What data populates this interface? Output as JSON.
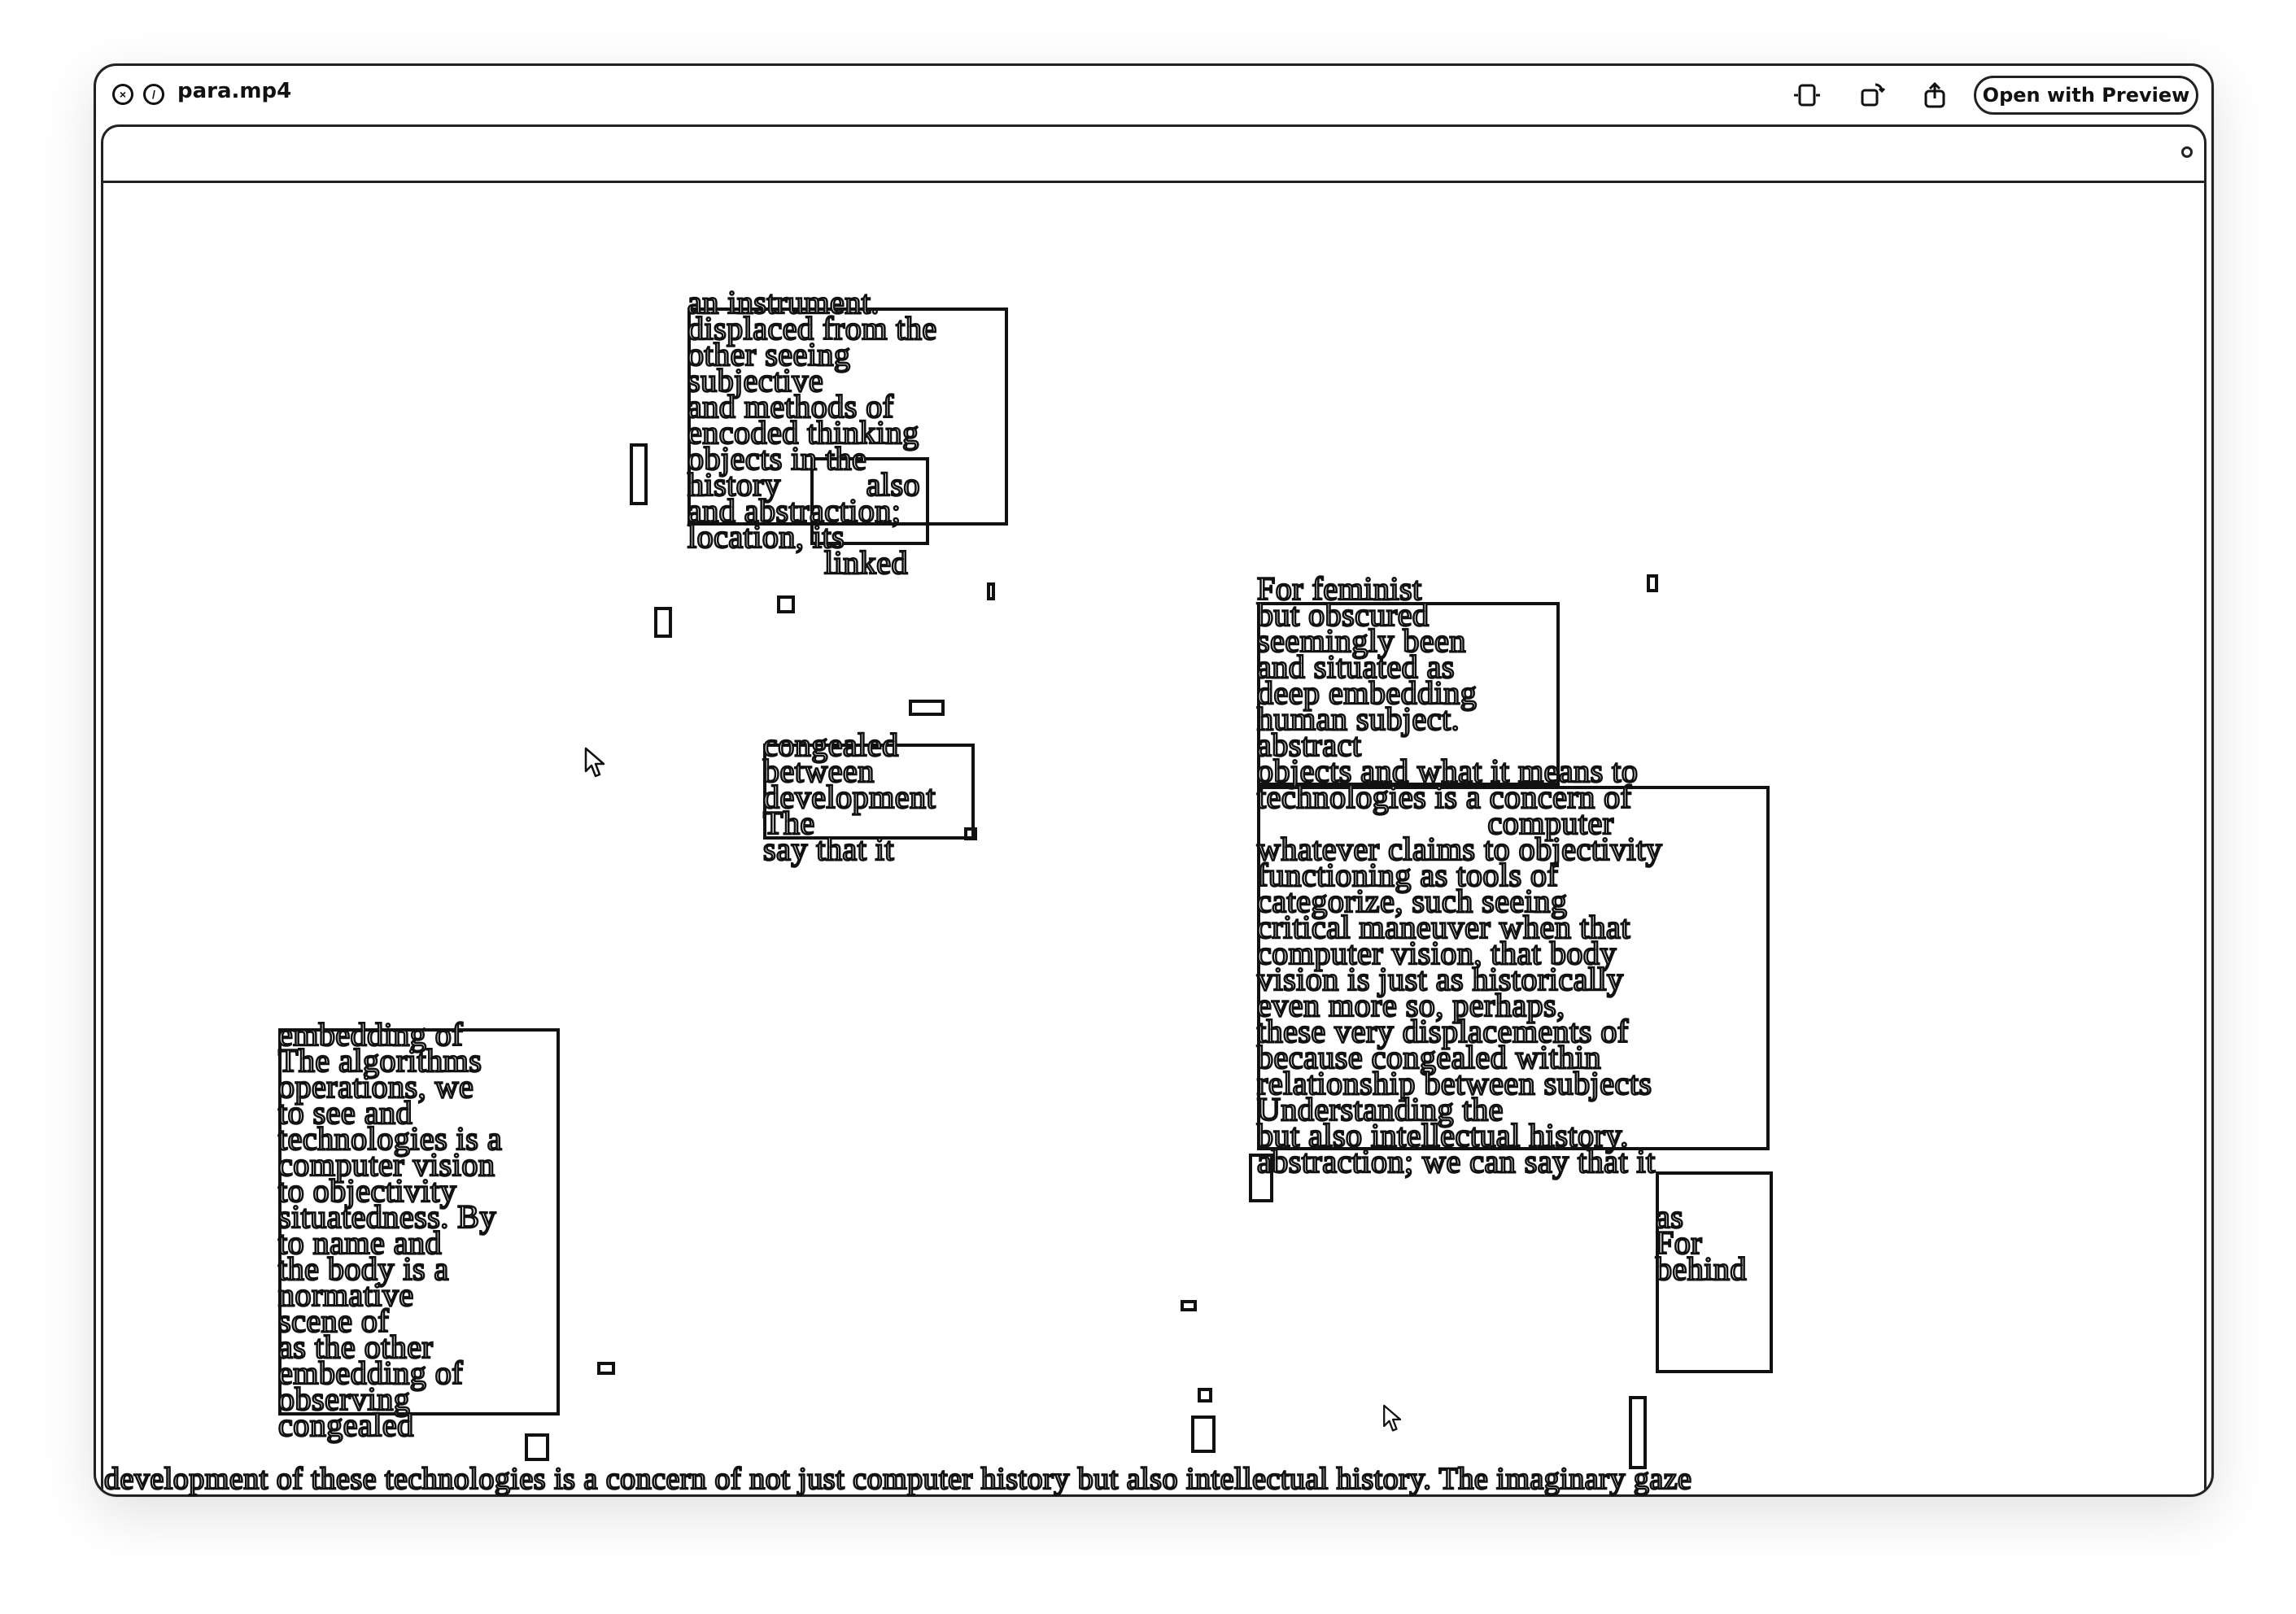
{
  "window": {
    "title": "para.mp4",
    "open_button_label": "Open with Preview"
  },
  "icons": {
    "close": "close-icon",
    "minimize": "no-entry-icon",
    "crop": "crop-icon",
    "rotate": "rotate-icon",
    "share": "share-icon"
  },
  "video": {
    "blocks": [
      {
        "id": "top-center",
        "lines": [
          "an instrument.",
          "displaced from the",
          "other seeing",
          "subjective",
          "and methods of",
          "encoded thinking",
          "objects in the",
          "history          also",
          "and abstraction;",
          "location, its",
          "                linked"
        ]
      },
      {
        "id": "middle-small",
        "lines": [
          "congealed",
          "between",
          "development",
          "The",
          "say that it"
        ]
      },
      {
        "id": "right-large",
        "lines": [
          "For feminist",
          "but obscured",
          "seemingly been",
          "and situated as",
          "deep embedding",
          "human subject.",
          "abstract",
          "objects and what it means to",
          "technologies is a concern of",
          "                           computer",
          "whatever claims to objectivity",
          "functioning as tools of",
          "categorize, such seeing",
          "critical maneuver when that",
          "computer vision, that body",
          "vision is just as historically",
          "even more so, perhaps,",
          "these very displacements of",
          "because congealed within",
          "relationship between subjects",
          "Understanding the",
          "but also intellectual history.",
          "abstraction; we can say that it"
        ]
      },
      {
        "id": "right-narrow",
        "lines": [
          "as",
          "For",
          "behind"
        ]
      },
      {
        "id": "left-bottom",
        "lines": [
          "embedding of",
          "The algorithms",
          "operations, we",
          "to see and",
          "technologies is a",
          "computer vision",
          "to objectivity",
          "situatedness. By",
          "to name and",
          "the body is a",
          "normative",
          "scene of",
          "as the other",
          "embedding of",
          "observing",
          "congealed"
        ]
      }
    ],
    "caption": "development of these technologies is a concern of not just computer history but also intellectual history. The imaginary gaze"
  }
}
